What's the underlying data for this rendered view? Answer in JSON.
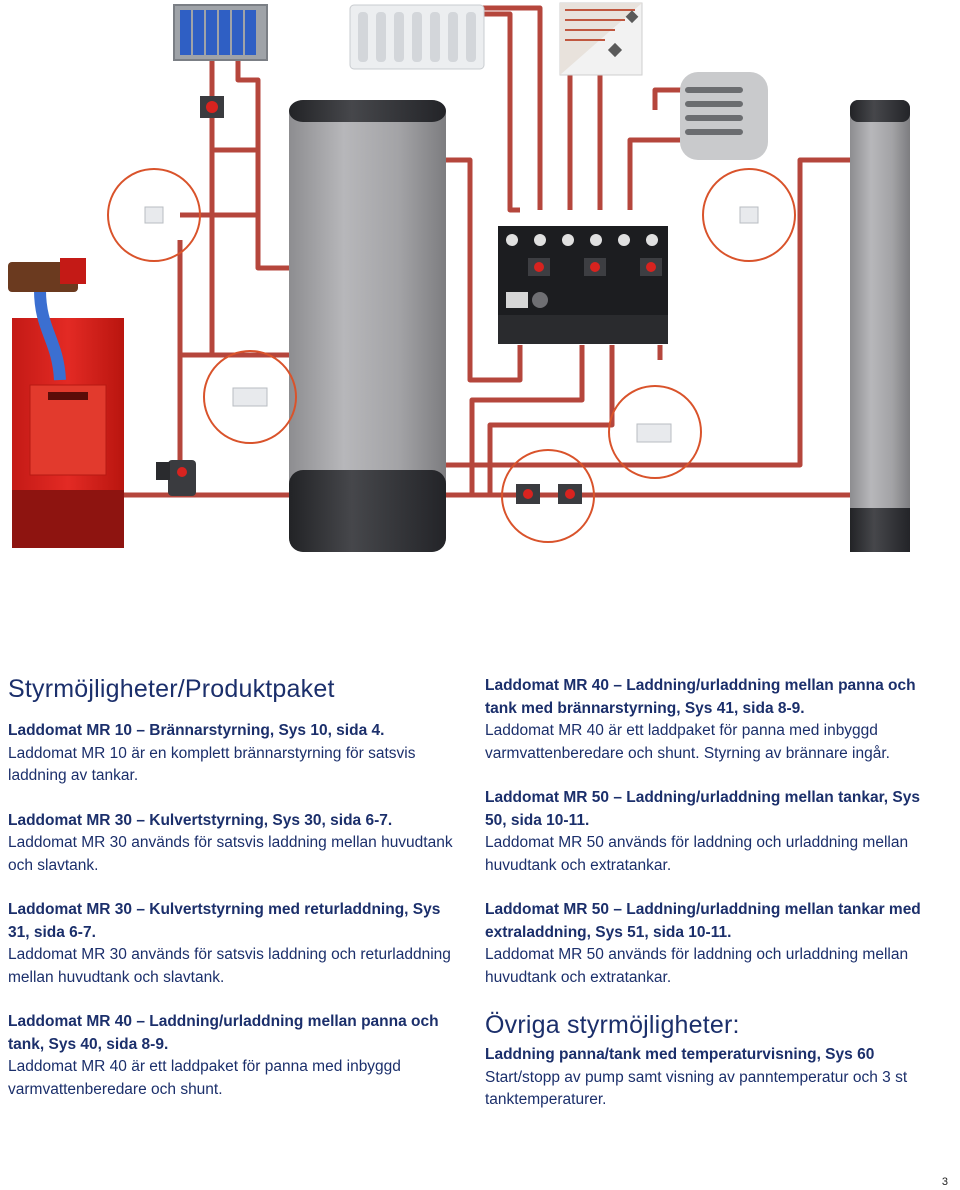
{
  "colors": {
    "heading": "#1b2f6b",
    "pipe": "#b5463c",
    "highlight_ring": "#d9532b",
    "tank_body": "#a8a8ab",
    "tank_cap": "#35363a",
    "boiler": "#d8231f"
  },
  "left": {
    "heading": "Styrmöjligheter/Produktpaket",
    "items": [
      {
        "title": "Laddomat MR 10 – Brännarstyrning, Sys 10, sida 4.",
        "desc": "Laddomat MR 10 är en komplett brännarstyrning för satsvis laddning av tankar."
      },
      {
        "title": "Laddomat MR 30 – Kulvertstyrning, Sys 30, sida 6-7.",
        "desc": "Laddomat MR 30 används för satsvis laddning mellan huvudtank och slavtank."
      },
      {
        "title": "Laddomat MR 30 – Kulvertstyrning med returladdning, Sys 31, sida 6-7.",
        "desc": "Laddomat MR 30 används för satsvis laddning och returladdning mellan huvudtank och slavtank."
      },
      {
        "title": "Laddomat MR 40 – Laddning/urladdning mellan panna och tank, Sys 40, sida 8-9.",
        "desc": "Laddomat MR 40 är ett laddpaket för panna med inbyggd varmvattenberedare och shunt."
      }
    ]
  },
  "right": {
    "items": [
      {
        "title": "Laddomat MR 40 – Laddning/urladdning mellan panna och tank med brännarstyrning, Sys 41, sida 8-9.",
        "desc": "Laddomat MR 40 är ett laddpaket för panna med inbyggd varmvattenberedare och shunt. Styrning av brännare ingår."
      },
      {
        "title": "Laddomat MR 50 – Laddning/urladdning mellan tankar, Sys 50, sida 10-11.",
        "desc": "Laddomat MR 50 används för laddning och urladdning mellan huvudtank och extratankar."
      },
      {
        "title": "Laddomat MR 50 – Laddning/urladdning mellan tankar med extraladdning, Sys 51, sida 10-11.",
        "desc": "Laddomat MR 50 används för laddning och urladdning mellan huvudtank och extratankar."
      }
    ],
    "heading": "Övriga styrmöjligheter:",
    "extra": {
      "title": "Laddning panna/tank med temperaturvisning, Sys 60",
      "desc": "Start/stopp av pump samt visning av panntemperatur och 3 st tanktemperaturer."
    }
  },
  "page_number": "3"
}
